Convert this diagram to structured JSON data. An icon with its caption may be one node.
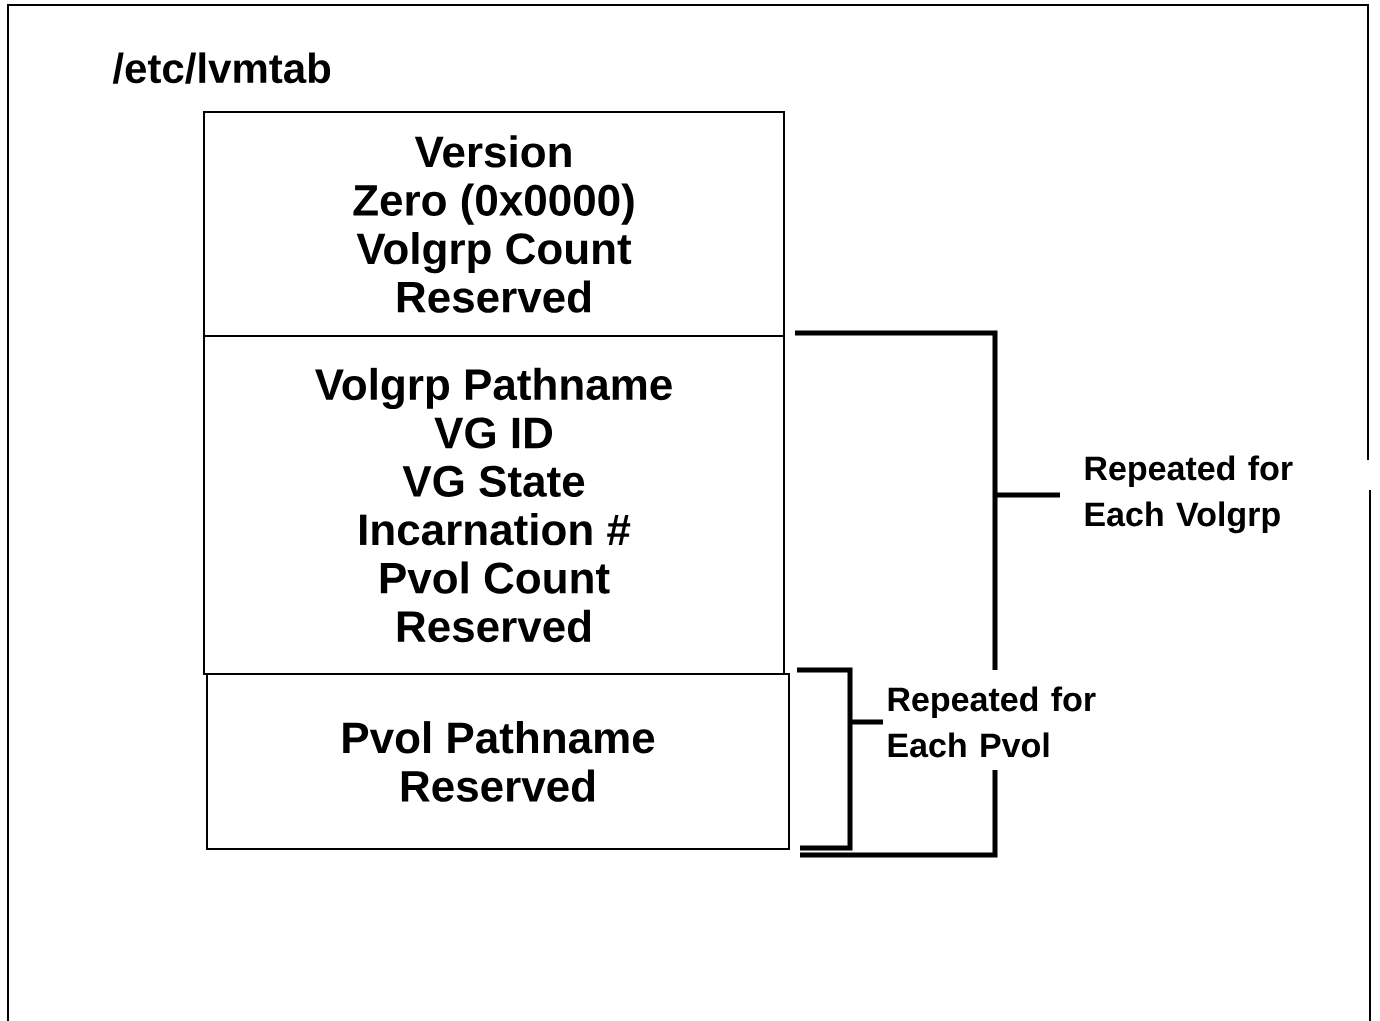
{
  "diagram": {
    "title": "/etc/lvmtab",
    "nodes": [
      {
        "text": [
          "Version",
          "Zero (0x0000)",
          "Volgrp Count",
          "Reserved"
        ]
      },
      {
        "text": [
          "Volgrp Pathname",
          "VG ID",
          "VG State",
          "Incarnation #",
          "Pvol Count",
          "Reserved"
        ]
      },
      {
        "text": [
          "Pvol Pathname",
          "Reserved"
        ]
      }
    ],
    "labels": [
      "Repeated for Each Volgrp",
      "Repeated for Each Pvol"
    ]
  }
}
